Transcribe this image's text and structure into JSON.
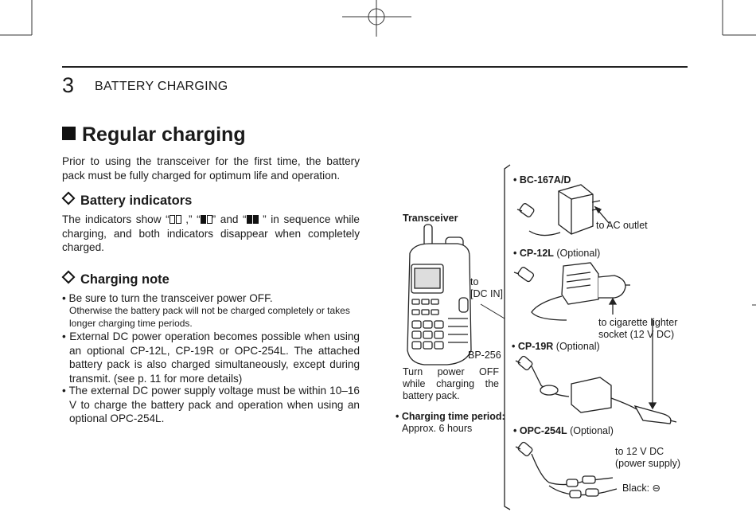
{
  "header": {
    "chapter_number": "3",
    "chapter_title": "BATTERY CHARGING"
  },
  "section": {
    "title": "Regular charging",
    "intro": "Prior to using the transceiver for the first time, the battery pack must be fully charged for optimum life and operation."
  },
  "battery_indicators": {
    "title": "Battery indicators",
    "text_1": "The indicators show “",
    "text_2": " ,” “",
    "text_3": "” and “",
    "text_4": " ” in sequence while charging, and both indicators disappear when completely charged."
  },
  "charging_note": {
    "title": "Charging note",
    "items": [
      {
        "text": "• Be sure to turn the transceiver power OFF.",
        "note": "Otherwise the battery pack will not be charged completely or takes longer charging time periods."
      },
      {
        "text": "• External DC power operation becomes possible when using an optional CP-12L, CP-19R or OPC-254L. The attached battery pack is also charged simultaneously, except during transmit. (see p. 11 for more details)"
      },
      {
        "text": "• The external DC power supply voltage must be within 10–16 V to charge the battery pack and operation when using an optional OPC-254L."
      }
    ]
  },
  "diagram": {
    "transceiver_label": "Transceiver",
    "dc_in_label_1": "to",
    "dc_in_label_2": "[DC IN]",
    "battery_label": "BP-256",
    "power_note": "Turn power OFF while charging the battery pack.",
    "charging_time_title": "• Charging time period:",
    "charging_time_value": "Approx. 6 hours",
    "bc167": {
      "name": "• BC-167A/D",
      "target": "to AC outlet"
    },
    "cp12l": {
      "name": "• CP-12L",
      "optional": " (Optional)",
      "target_1": "to cigarette lighter",
      "target_2": "socket (12 V DC)"
    },
    "cp19r": {
      "name": "• CP-19R",
      "optional": " (Optional)"
    },
    "opc254l": {
      "name": "• OPC-254L",
      "optional": " (Optional)",
      "target_1": "to 12 V DC",
      "target_2": "(power supply)",
      "black": "Black: ⊖"
    }
  }
}
